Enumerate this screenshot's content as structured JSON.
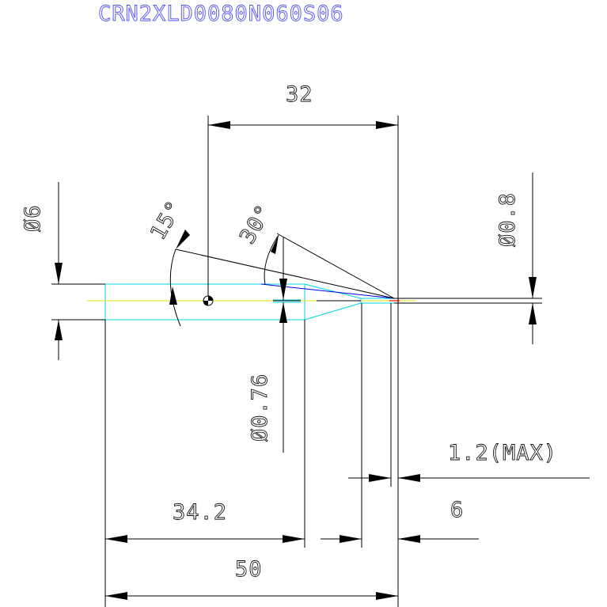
{
  "title": "CRN2XLD0080N060S06",
  "dimensions": {
    "d32": "32",
    "d15": "15°",
    "d30": "30°",
    "dia6": "Ø6",
    "dia08": "Ø0.8",
    "dia076": "Ø0.76",
    "d12max": "1.2(MAX)",
    "d342": "34.2",
    "d6": "6",
    "d50": "50"
  },
  "colors": {
    "title": "#4a4aff",
    "outline": "#00d5e0",
    "centerline": "#e6e600",
    "dimension": "#000000"
  }
}
